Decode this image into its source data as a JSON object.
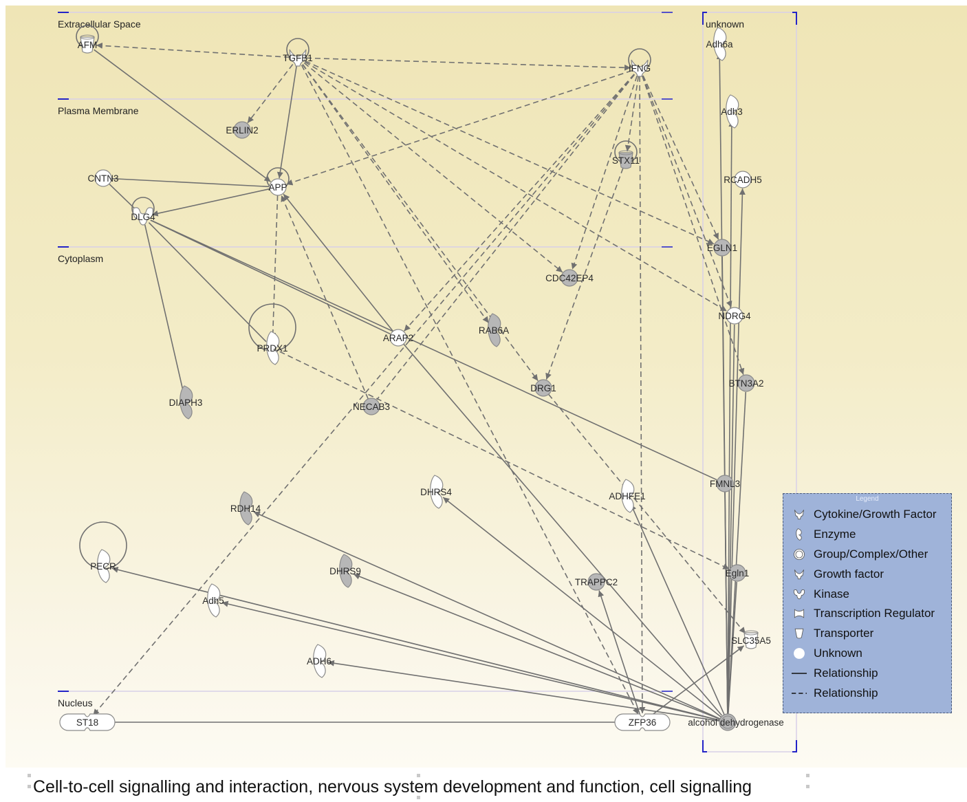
{
  "compartments": [
    {
      "id": "extracellular",
      "label": "Extracellular Space"
    },
    {
      "id": "plasma",
      "label": "Plasma Membrane"
    },
    {
      "id": "cytoplasm",
      "label": "Cytoplasm"
    },
    {
      "id": "nucleus",
      "label": "Nucleus"
    },
    {
      "id": "unknown",
      "label": "unknown"
    }
  ],
  "nodes": [
    {
      "id": "AFM",
      "label": "AFM",
      "shape": "transporter",
      "fill": "white"
    },
    {
      "id": "TGFB1",
      "label": "TGFB1",
      "shape": "growth-factor",
      "fill": "white"
    },
    {
      "id": "IFNG",
      "label": "IFNG",
      "shape": "cytokine",
      "fill": "white"
    },
    {
      "id": "ERLIN2",
      "label": "ERLIN2",
      "shape": "unknown",
      "fill": "gray"
    },
    {
      "id": "CNTN3",
      "label": "CNTN3",
      "shape": "unknown",
      "fill": "white"
    },
    {
      "id": "APP",
      "label": "APP",
      "shape": "unknown",
      "fill": "white"
    },
    {
      "id": "DLG4",
      "label": "DLG4",
      "shape": "kinase",
      "fill": "white"
    },
    {
      "id": "STX11",
      "label": "STX11",
      "shape": "transporter",
      "fill": "gray"
    },
    {
      "id": "CDC42EP4",
      "label": "CDC42EP4",
      "shape": "unknown",
      "fill": "gray"
    },
    {
      "id": "ARAP2",
      "label": "ARAP2",
      "shape": "unknown",
      "fill": "white"
    },
    {
      "id": "PRDX1",
      "label": "PRDX1",
      "shape": "enzyme",
      "fill": "white"
    },
    {
      "id": "RAB6A",
      "label": "RAB6A",
      "shape": "enzyme",
      "fill": "gray"
    },
    {
      "id": "DRG1",
      "label": "DRG1",
      "shape": "unknown",
      "fill": "gray"
    },
    {
      "id": "DIAPH3",
      "label": "DIAPH3",
      "shape": "enzyme",
      "fill": "gray"
    },
    {
      "id": "NECAB3",
      "label": "NECAB3",
      "shape": "unknown",
      "fill": "gray"
    },
    {
      "id": "DHRS4",
      "label": "DHRS4",
      "shape": "enzyme",
      "fill": "white"
    },
    {
      "id": "ADHFE1",
      "label": "ADHFE1",
      "shape": "enzyme",
      "fill": "white"
    },
    {
      "id": "RDH14",
      "label": "RDH14",
      "shape": "enzyme",
      "fill": "gray"
    },
    {
      "id": "PECR",
      "label": "PECR",
      "shape": "enzyme",
      "fill": "white"
    },
    {
      "id": "DHRS9",
      "label": "DHRS9",
      "shape": "enzyme",
      "fill": "gray"
    },
    {
      "id": "Adh5",
      "label": "Adh5",
      "shape": "enzyme",
      "fill": "white"
    },
    {
      "id": "TRAPPC2",
      "label": "TRAPPC2",
      "shape": "unknown",
      "fill": "gray"
    },
    {
      "id": "ADH6",
      "label": "ADH6",
      "shape": "enzyme",
      "fill": "white"
    },
    {
      "id": "ST18",
      "label": "ST18",
      "shape": "transcription",
      "fill": "white"
    },
    {
      "id": "ZFP36",
      "label": "ZFP36",
      "shape": "transcription",
      "fill": "white"
    },
    {
      "id": "ADH",
      "label": "alcohol dehydrogenase",
      "shape": "group",
      "fill": "gray"
    },
    {
      "id": "Adh6a",
      "label": "Adh6a",
      "shape": "enzyme",
      "fill": "white"
    },
    {
      "id": "Adh3",
      "label": "Adh3",
      "shape": "enzyme",
      "fill": "white"
    },
    {
      "id": "RCADH5",
      "label": "RCADH5",
      "shape": "unknown",
      "fill": "white"
    },
    {
      "id": "EGLN1",
      "label": "EGLN1",
      "shape": "unknown",
      "fill": "gray"
    },
    {
      "id": "NDRG4",
      "label": "NDRG4",
      "shape": "unknown",
      "fill": "white"
    },
    {
      "id": "BTN3A2",
      "label": "BTN3A2",
      "shape": "unknown",
      "fill": "gray"
    },
    {
      "id": "FMNL3",
      "label": "FMNL3",
      "shape": "unknown",
      "fill": "gray"
    },
    {
      "id": "Egln1",
      "label": "Egln1",
      "shape": "unknown",
      "fill": "gray"
    },
    {
      "id": "SLC35A5",
      "label": "SLC35A5",
      "shape": "transporter",
      "fill": "white"
    }
  ],
  "edges": [
    {
      "from": "TGFB1",
      "to": "AFM",
      "style": "dashed",
      "arrow": true
    },
    {
      "from": "TGFB1",
      "to": "IFNG",
      "style": "dashed",
      "arrow": true
    },
    {
      "from": "TGFB1",
      "to": "ERLIN2",
      "style": "dashed",
      "arrow": true
    },
    {
      "from": "TGFB1",
      "to": "APP",
      "style": "solid",
      "arrow": true
    },
    {
      "from": "TGFB1",
      "to": "CDC42EP4",
      "style": "dashed",
      "arrow": true
    },
    {
      "from": "TGFB1",
      "to": "EGLN1",
      "style": "dashed",
      "arrow": true
    },
    {
      "from": "TGFB1",
      "to": "NDRG4",
      "style": "dashed",
      "arrow": true
    },
    {
      "from": "TGFB1",
      "to": "RAB6A",
      "style": "dashed",
      "arrow": true
    },
    {
      "from": "TGFB1",
      "to": "DRG1",
      "style": "dashed",
      "arrow": true
    },
    {
      "from": "TGFB1",
      "to": "ZFP36",
      "style": "dashed",
      "arrow": true
    },
    {
      "from": "AFM",
      "to": "APP",
      "style": "solid",
      "arrow": true
    },
    {
      "from": "IFNG",
      "to": "APP",
      "style": "dashed",
      "arrow": true
    },
    {
      "from": "IFNG",
      "to": "STX11",
      "style": "dashed",
      "arrow": true
    },
    {
      "from": "IFNG",
      "to": "CDC42EP4",
      "style": "dashed",
      "arrow": true
    },
    {
      "from": "IFNG",
      "to": "ARAP2",
      "style": "dashed",
      "arrow": true
    },
    {
      "from": "IFNG",
      "to": "NECAB3",
      "style": "dashed",
      "arrow": false
    },
    {
      "from": "IFNG",
      "to": "ST18",
      "style": "dashed",
      "arrow": true
    },
    {
      "from": "IFNG",
      "to": "EGLN1",
      "style": "dashed",
      "arrow": true
    },
    {
      "from": "IFNG",
      "to": "NDRG4",
      "style": "dashed",
      "arrow": true
    },
    {
      "from": "IFNG",
      "to": "BTN3A2",
      "style": "dashed",
      "arrow": true
    },
    {
      "from": "IFNG",
      "to": "ZFP36",
      "style": "dashed",
      "arrow": true
    },
    {
      "from": "STX11",
      "to": "DRG1",
      "style": "dashed",
      "arrow": true
    },
    {
      "from": "CNTN3",
      "to": "APP",
      "style": "solid",
      "arrow": false
    },
    {
      "from": "CNTN3",
      "to": "DLG4",
      "style": "solid",
      "arrow": false
    },
    {
      "from": "APP",
      "to": "DLG4",
      "style": "solid",
      "arrow": true
    },
    {
      "from": "APP",
      "to": "PRDX1",
      "style": "dashed",
      "arrow": true
    },
    {
      "from": "NECAB3",
      "to": "APP",
      "style": "dashed",
      "arrow": true
    },
    {
      "from": "ARAP2",
      "to": "APP",
      "style": "solid",
      "arrow": true
    },
    {
      "from": "DLG4",
      "to": "DIAPH3",
      "style": "solid",
      "arrow": false
    },
    {
      "from": "DLG4",
      "to": "ARAP2",
      "style": "solid",
      "arrow": false
    },
    {
      "from": "DLG4",
      "to": "PRDX1",
      "style": "solid",
      "arrow": false
    },
    {
      "from": "DLG4",
      "to": "FMNL3",
      "style": "solid",
      "arrow": false
    },
    {
      "from": "PRDX1",
      "to": "Egln1",
      "style": "dashed",
      "arrow": true
    },
    {
      "from": "DRG1",
      "to": "SLC35A5",
      "style": "dashed",
      "arrow": true
    },
    {
      "from": "ARAP2",
      "to": "ADH",
      "style": "solid",
      "arrow": false
    },
    {
      "from": "ADH",
      "to": "DHRS4",
      "style": "solid",
      "arrow": true
    },
    {
      "from": "ADH",
      "to": "RDH14",
      "style": "solid",
      "arrow": true
    },
    {
      "from": "ADH",
      "to": "PECR",
      "style": "solid",
      "arrow": true
    },
    {
      "from": "ADH",
      "to": "DHRS9",
      "style": "solid",
      "arrow": true
    },
    {
      "from": "ADH",
      "to": "Adh5",
      "style": "solid",
      "arrow": true
    },
    {
      "from": "ADH",
      "to": "ADH6",
      "style": "solid",
      "arrow": true
    },
    {
      "from": "ADH",
      "to": "ADHFE1",
      "style": "solid",
      "arrow": true
    },
    {
      "from": "ZFP36",
      "to": "TRAPPC2",
      "style": "solid",
      "arrow": true
    },
    {
      "from": "ZFP36",
      "to": "ST18",
      "style": "solid",
      "arrow": true
    },
    {
      "from": "ZFP36",
      "to": "SLC35A5",
      "style": "solid",
      "arrow": true
    },
    {
      "from": "ADH",
      "to": "Adh6a",
      "style": "solid",
      "arrow": true
    },
    {
      "from": "ADH",
      "to": "Adh3",
      "style": "solid",
      "arrow": true
    },
    {
      "from": "ADH",
      "to": "RCADH5",
      "style": "solid",
      "arrow": true
    },
    {
      "from": "ADH",
      "to": "EGLN1",
      "style": "solid",
      "arrow": false
    },
    {
      "from": "ADH",
      "to": "NDRG4",
      "style": "solid",
      "arrow": false
    },
    {
      "from": "ADH",
      "to": "BTN3A2",
      "style": "solid",
      "arrow": false
    },
    {
      "from": "ADH",
      "to": "FMNL3",
      "style": "solid",
      "arrow": false
    },
    {
      "from": "ADH",
      "to": "Egln1",
      "style": "solid",
      "arrow": false
    }
  ],
  "self_loops": [
    "TGFB1",
    "IFNG",
    "APP",
    "DLG4",
    "STX11",
    "PRDX1",
    "PECR",
    "AFM"
  ],
  "legend": {
    "title": "Legend",
    "items": [
      {
        "icon": "cytokine",
        "label": "Cytokine/Growth Factor"
      },
      {
        "icon": "enzyme",
        "label": "Enzyme"
      },
      {
        "icon": "group",
        "label": "Group/Complex/Other"
      },
      {
        "icon": "growth-factor",
        "label": "Growth factor"
      },
      {
        "icon": "kinase",
        "label": "Kinase"
      },
      {
        "icon": "transcription",
        "label": "Transcription Regulator"
      },
      {
        "icon": "transporter",
        "label": "Transporter"
      },
      {
        "icon": "unknown",
        "label": "Unknown"
      },
      {
        "icon": "solid-line",
        "label": "Relationship"
      },
      {
        "icon": "dashed-line",
        "label": "Relationship"
      }
    ]
  },
  "caption": "Cell-to-cell signalling and interaction, nervous system development and function, cell signalling",
  "colors": {
    "node_gray": "#b7b7b7",
    "node_white": "#ffffff",
    "edge": "#707070",
    "legend_bg": "#9fb3d9",
    "compartment_marker": "#2323c8"
  }
}
